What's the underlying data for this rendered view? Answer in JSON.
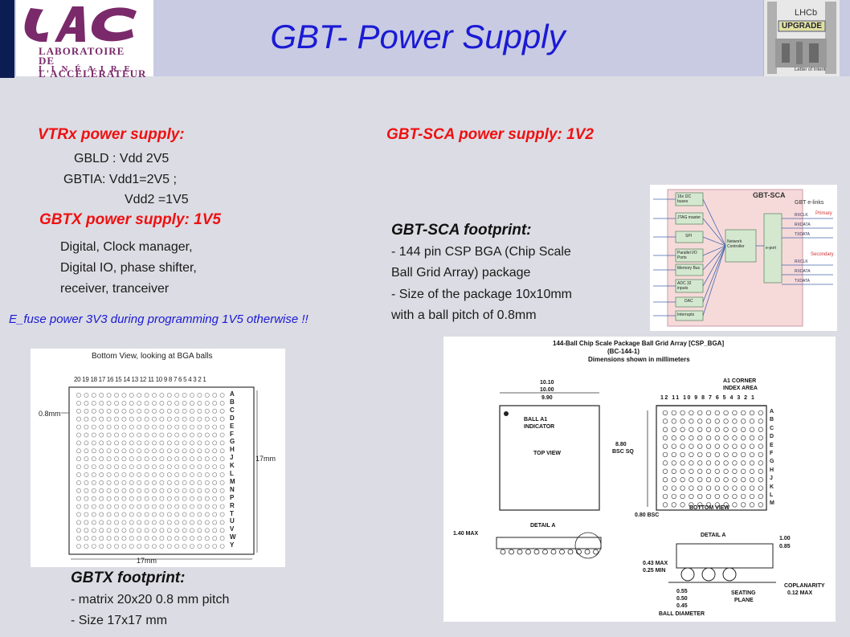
{
  "slide": {
    "title": "GBT- Power Supply",
    "logo": {
      "line1": "LABORATOIRE",
      "line2": "DE L'ACCÉLÉRATEUR",
      "line3": "L I N É A I R E"
    },
    "lhcb": {
      "line1": "LHCb",
      "line2": "UPGRADE",
      "caption": "Letter of Intent"
    }
  },
  "vtrx": {
    "heading": "VTRx power supply:",
    "line1": "GBLD : Vdd 2V5",
    "line2": "GBTIA: Vdd1=2V5 ;",
    "line3": "Vdd2 =1V5"
  },
  "gbtx": {
    "heading": "GBTX power supply: 1V5",
    "line1": "Digital, Clock manager,",
    "line2": "Digital IO, phase shifter,",
    "line3": "receiver, tranceiver"
  },
  "efuse": "E_fuse power 3V3 during programming 1V5 otherwise !!",
  "sca_power": {
    "heading": "GBT-SCA power supply: 1V2"
  },
  "sca_footprint": {
    "heading": "GBT-SCA footprint:",
    "line1": "- 144 pin CSP BGA (Chip Scale",
    "line2": "Ball Grid Array) package",
    "line3": "- Size of the package 10x10mm",
    "line4": "with a ball pitch of 0.8mm"
  },
  "gbtx_footprint": {
    "heading": "GBTX footprint:",
    "line1": "- matrix 20x20 0.8 mm pitch",
    "line2": "- Size 17x17 mm"
  },
  "bga_left": {
    "title": "Bottom View, looking at BGA balls",
    "col_labels": "20 19 18 17 16 15 14 13 12 11 10 9 8 7 6 5 4 3 2 1",
    "row_labels": [
      "A",
      "B",
      "C",
      "D",
      "E",
      "F",
      "G",
      "H",
      "J",
      "K",
      "L",
      "M",
      "N",
      "P",
      "R",
      "T",
      "U",
      "V",
      "W",
      "Y"
    ],
    "pitch_label": "0.8mm",
    "size_v": "17mm",
    "size_h": "17mm"
  },
  "sca_diagram": {
    "title": "GBT-SCA",
    "elinks": "GBT e-links",
    "primary": "Primary",
    "secondary": "Secondary",
    "blocks": [
      "16x I2C buses",
      "JTAG master",
      "SPI",
      "Parallel I/O Ports",
      "Memory Bus",
      "ADC 32 inputs",
      "DAC",
      "Interrupts"
    ],
    "network": "Network Controller",
    "eport": "e-port",
    "sig_primary": [
      "RXCLK",
      "RXDATA",
      "TXDATA"
    ],
    "sig_secondary": [
      "RXCLK",
      "RXDATA",
      "TXDATA"
    ]
  },
  "bga_right": {
    "title1": "144-Ball Chip Scale Package Ball Grid Array [CSP_BGA]",
    "title2": "(BC-144-1)",
    "title3": "Dimensions shown in millimeters",
    "dim1": "10.10",
    "dim2": "10.00",
    "dim3": "9.90",
    "ball_a1": "BALL A1",
    "indicator": "INDICATOR",
    "top_view": "TOP VIEW",
    "a1_corner": "A1 CORNER",
    "index_area": "INDEX AREA",
    "cols": "12 11 10 9 8 7 6 5 4 3 2 1",
    "rows": [
      "A",
      "B",
      "C",
      "D",
      "E",
      "F",
      "G",
      "H",
      "J",
      "K",
      "L",
      "M"
    ],
    "bsc_sq1": "8.80",
    "bsc_sq2": "BSC SQ",
    "bottom_view": "BOTTOM VIEW",
    "bsc080": "0.80 BSC",
    "detail_a": "DETAIL A",
    "max140": "1.40 MAX",
    "detail_a2": "DETAIL A",
    "d100": "1.00",
    "d085": "0.85",
    "d043": "0.43 MAX",
    "d025": "0.25 MIN",
    "d055": "0.55",
    "d050": "0.50",
    "d045": "0.45",
    "ball_diam": "BALL DIAMETER",
    "seating": "SEATING",
    "plane": "PLANE",
    "coplanarity": "COPLANARITY",
    "cop_max": "0.12 MAX"
  }
}
